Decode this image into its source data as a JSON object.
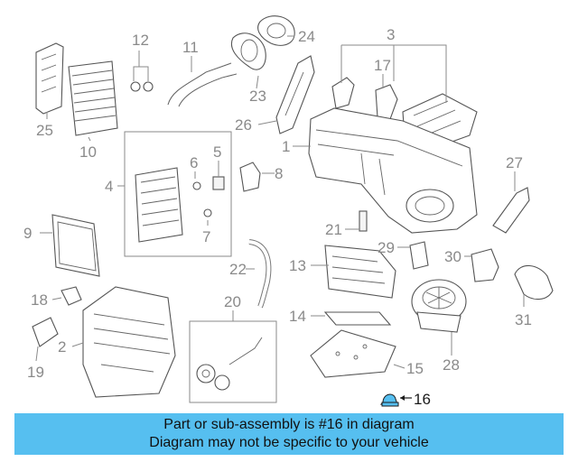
{
  "callouts": {
    "c1": "1",
    "c2": "2",
    "c3": "3",
    "c4": "4",
    "c5": "5",
    "c6": "6",
    "c7": "7",
    "c8": "8",
    "c9": "9",
    "c10": "10",
    "c11": "11",
    "c12": "12",
    "c13": "13",
    "c14": "14",
    "c15": "15",
    "c16": "16",
    "c17": "17",
    "c18": "18",
    "c19": "19",
    "c20": "20",
    "c21": "21",
    "c22": "22",
    "c23": "23",
    "c24": "24",
    "c25": "25",
    "c26": "26",
    "c27": "27",
    "c28": "28",
    "c29": "29",
    "c30": "30",
    "c31": "31"
  },
  "highlight": {
    "part_number": "16",
    "color": "#56bff0",
    "marker_color": "#56bff0"
  },
  "banner": {
    "line1": "Part or sub-assembly is #16 in diagram",
    "line2": "Diagram may not be specific to your vehicle"
  }
}
